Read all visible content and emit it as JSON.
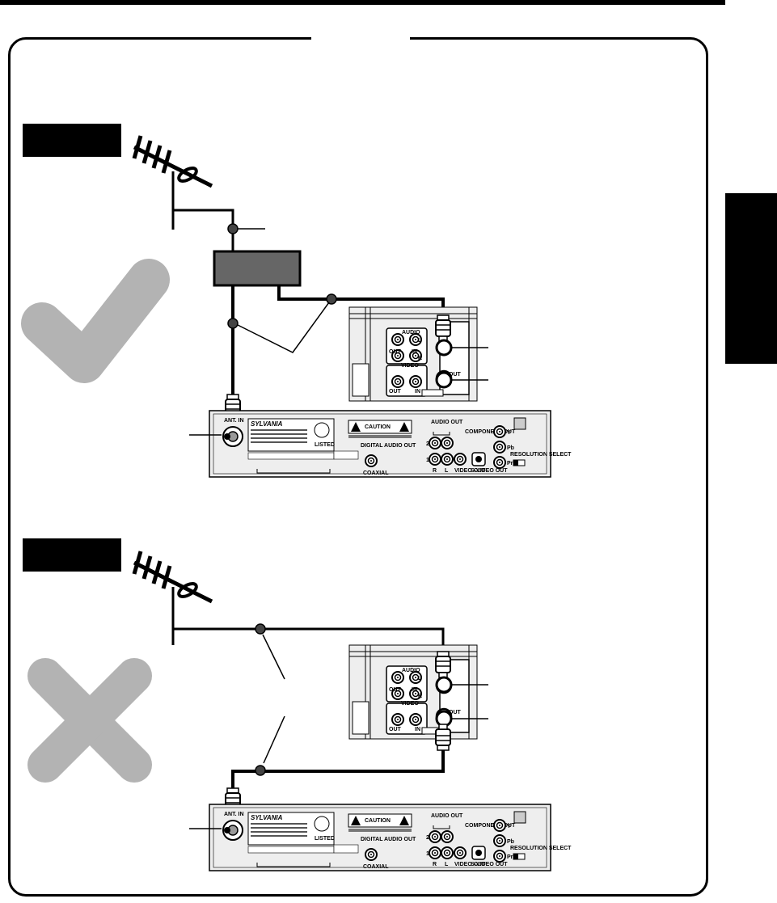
{
  "case_labels": [
    "",
    ""
  ],
  "panel": {
    "brand": "SYLVANIA",
    "ant_in": "ANT. IN",
    "caution": "CAUTION",
    "audio_out": "AUDIO OUT",
    "digital_audio_out": "DIGITAL AUDIO OUT",
    "coaxial": "COAXIAL",
    "component_out": "COMPONENT OUT",
    "resolution_select": "RESOLUTION SELECT",
    "video_out": "VIDEO OUT",
    "s_video_out": "S-VIDEO OUT",
    "ch_1": "1",
    "ch_2": "2",
    "ch_r": "R",
    "ch_l": "L",
    "comp_y": "Y",
    "comp_pb": "Pb",
    "comp_pr": "Pr",
    "listed": "LISTED"
  },
  "tv_jacks": {
    "audio": "AUDIO",
    "video": "VIDEO",
    "out": "OUT",
    "in": "IN",
    "l": "L",
    "r": "R"
  },
  "colors": {
    "ok_mark": "#b3b3b3",
    "ng_mark": "#b3b3b3",
    "device_box": "#666666",
    "ink": "#000000"
  },
  "icons": [
    "check-mark-icon",
    "cross-mark-icon",
    "antenna-icon",
    "rf-connector-icon"
  ]
}
